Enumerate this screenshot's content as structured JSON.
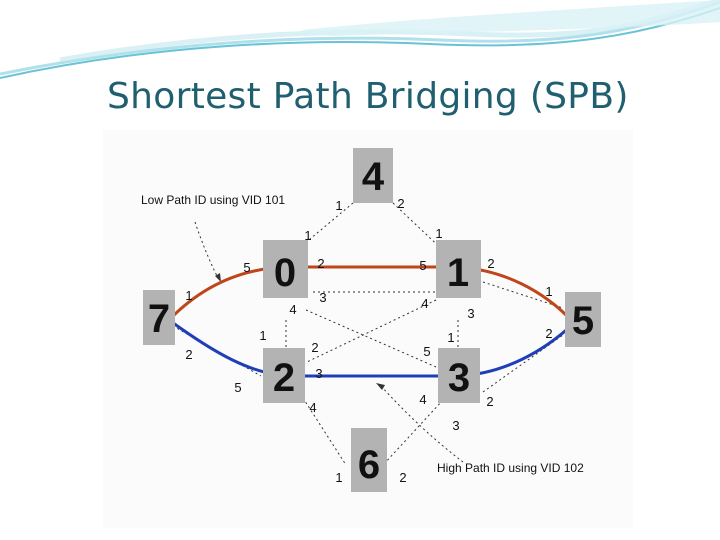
{
  "slide": {
    "title": "Shortest Path Bridging (SPB)"
  },
  "colors": {
    "title": "#1f5f6f",
    "header_accent": "#4db8cf",
    "low_path": "#c0451b",
    "high_path": "#1f3fb8",
    "node_fill": "#b3b3b3"
  },
  "diagram": {
    "annotations": {
      "low_path": "Low Path ID using VID 101",
      "high_path": "High Path ID using VID 102"
    },
    "nodes": {
      "n0": "0",
      "n1": "1",
      "n2": "2",
      "n3": "3",
      "n4": "4",
      "n5": "5",
      "n6": "6",
      "n7": "7"
    },
    "ports": {
      "n4_left": "1",
      "n4_right": "2",
      "n0_top": "1",
      "n0_left": "5",
      "n0_right": "2",
      "n0_bottom_right": "4",
      "n0_bottom_center": "3",
      "n1_top": "1",
      "n1_left": "5",
      "n1_right": "2",
      "n1_bottom_left": "4",
      "n1_bottom_right": "3",
      "n2_top": "1",
      "n2_left": "5",
      "n2_right_top": "2",
      "n2_right_mid": "3",
      "n2_bottom": "4",
      "n3_top": "1",
      "n3_left_top": "5",
      "n3_left_bottom": "4",
      "n3_right": "2",
      "n3_bottom": "3",
      "n7_top": "1",
      "n7_bottom": "2",
      "n5_top": "1",
      "n5_bottom": "2",
      "n6_left": "1",
      "n6_right": "2"
    }
  }
}
